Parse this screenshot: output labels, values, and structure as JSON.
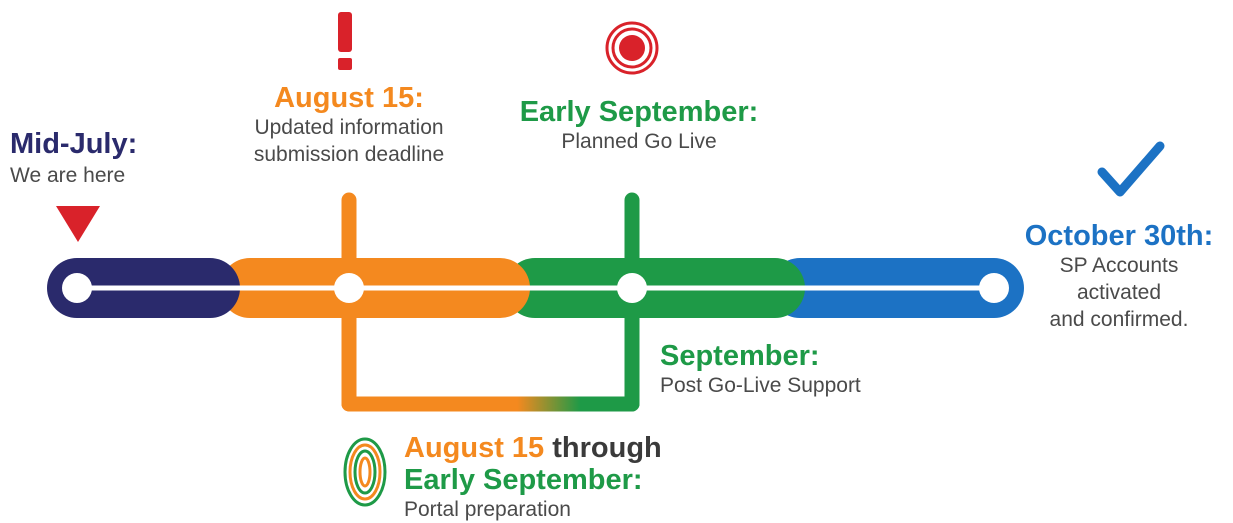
{
  "colors": {
    "navy": "#2a2a6c",
    "orange": "#f4891f",
    "green": "#1e9a47",
    "blue": "#1c72c4",
    "red": "#d9222a",
    "gray_text": "#4a4a4a",
    "dark_text": "#3a3a3a"
  },
  "milestones": {
    "mid_july": {
      "title": "Mid-July:",
      "desc": "We are here",
      "icon": "down-triangle-marker-icon"
    },
    "aug_15": {
      "title": "August 15:",
      "desc_lines": [
        "Updated information",
        "submission deadline"
      ],
      "icon": "exclamation-icon"
    },
    "early_sep": {
      "title": "Early September:",
      "desc": "Planned Go Live",
      "icon": "target-icon"
    },
    "oct_30": {
      "title": "October 30th:",
      "desc_lines": [
        "SP Accounts",
        "activated",
        "and confirmed."
      ],
      "icon": "checkmark-icon"
    },
    "sep_support": {
      "title": "September:",
      "desc": "Post Go-Live Support"
    },
    "portal_prep": {
      "title_part1": "August 15",
      "title_part2": " through",
      "title_line2": "Early September:",
      "desc": "Portal preparation",
      "icon": "concentric-ellipses-icon"
    }
  }
}
